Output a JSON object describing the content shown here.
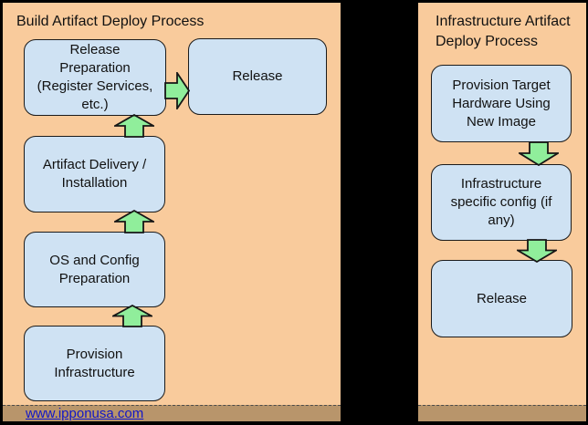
{
  "page": {
    "background": "#000000"
  },
  "colors": {
    "panel_background": "#F9CB9C",
    "footer_background": "#B8956B",
    "node_fill": "#CFE2F3",
    "node_border": "#1B1B1B",
    "arrow_fill": "#90EE9B",
    "arrow_border": "#161616",
    "link_color": "#1116C9",
    "text_color": "#111111"
  },
  "left_panel": {
    "title": "Build Artifact Deploy Process",
    "nodes": [
      {
        "name": "release-preparation",
        "label": "Release\nPreparation\n(Register Services,\netc.)"
      },
      {
        "name": "release",
        "label": "Release"
      },
      {
        "name": "artifact-delivery-installation",
        "label": "Artifact Delivery /\nInstallation"
      },
      {
        "name": "os-and-config-preparation",
        "label": "OS and Config\nPreparation"
      },
      {
        "name": "provision-infrastructure",
        "label": "Provision\nInfrastructure"
      }
    ],
    "flow": [
      {
        "from": "provision-infrastructure",
        "to": "os-and-config-preparation",
        "direction": "up"
      },
      {
        "from": "os-and-config-preparation",
        "to": "artifact-delivery-installation",
        "direction": "up"
      },
      {
        "from": "artifact-delivery-installation",
        "to": "release-preparation",
        "direction": "up"
      },
      {
        "from": "release-preparation",
        "to": "release",
        "direction": "right"
      }
    ],
    "footer_link": "www.ipponusa.com"
  },
  "right_panel": {
    "title": "Infrastructure Artifact\nDeploy Process",
    "nodes": [
      {
        "name": "provision-target-hardware",
        "label": "Provision Target\nHardware Using\nNew Image"
      },
      {
        "name": "infrastructure-specific-config",
        "label": "Infrastructure\nspecific config (if\nany)"
      },
      {
        "name": "release",
        "label": "Release"
      }
    ],
    "flow": [
      {
        "from": "provision-target-hardware",
        "to": "infrastructure-specific-config",
        "direction": "down"
      },
      {
        "from": "infrastructure-specific-config",
        "to": "release",
        "direction": "down"
      }
    ]
  }
}
